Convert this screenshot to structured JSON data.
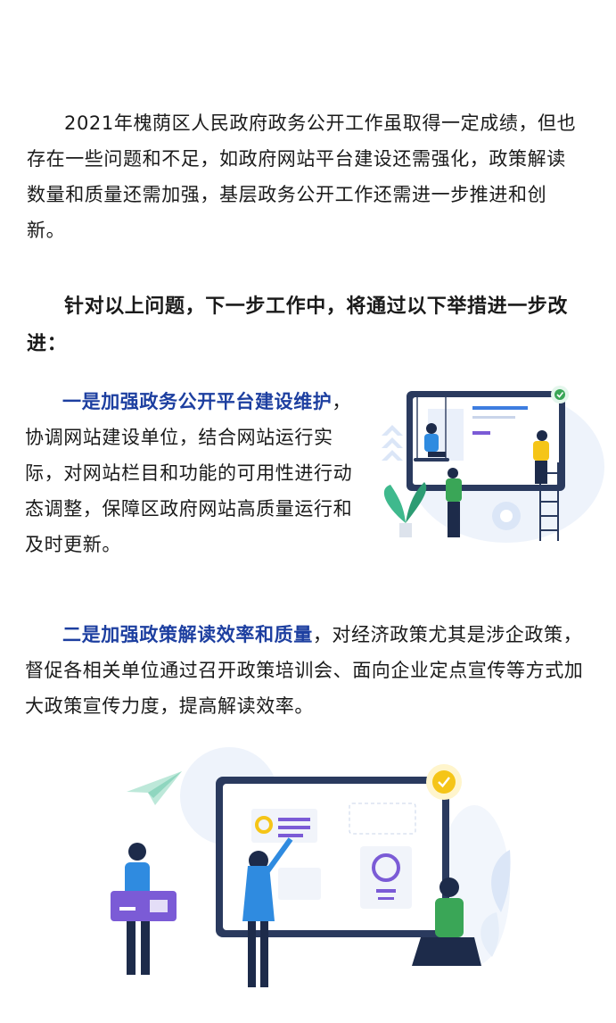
{
  "paragraphs": {
    "p1": "2021年槐荫区人民政府政务公开工作虽取得一定成绩，但也存在一些问题和不足，如政府网站平台建设还需强化，政策解读数量和质量还需加强，基层政务公开工作还需进一步推进和创新。",
    "p2": "针对以上问题，下一步工作中，将通过以下举措进一步改进：",
    "p3_highlight": "一是加强政务公开平台建设维护",
    "p3_rest": "，协调网站建设单位，结合网站运行实际，对网站栏目和功能的可用性进行动态调整，保障区政府网站高质量运行和及时更新。",
    "p4_highlight": "二是加强政策解读效率和质量",
    "p4_rest": "，对经济政策尤其是涉企政策，督促各相关单位通过召开政策培训会、面向企业定点宣传等方式加大政策宣传力度，提高解读效率。"
  },
  "colors": {
    "highlight": "#1d3fa0",
    "accent_blue": "#2f5bd6",
    "accent_yellow": "#f5c518",
    "accent_green": "#3aa657"
  },
  "icons": {
    "illustration1": "website-maintenance-illustration",
    "illustration2": "policy-interpretation-illustration"
  }
}
